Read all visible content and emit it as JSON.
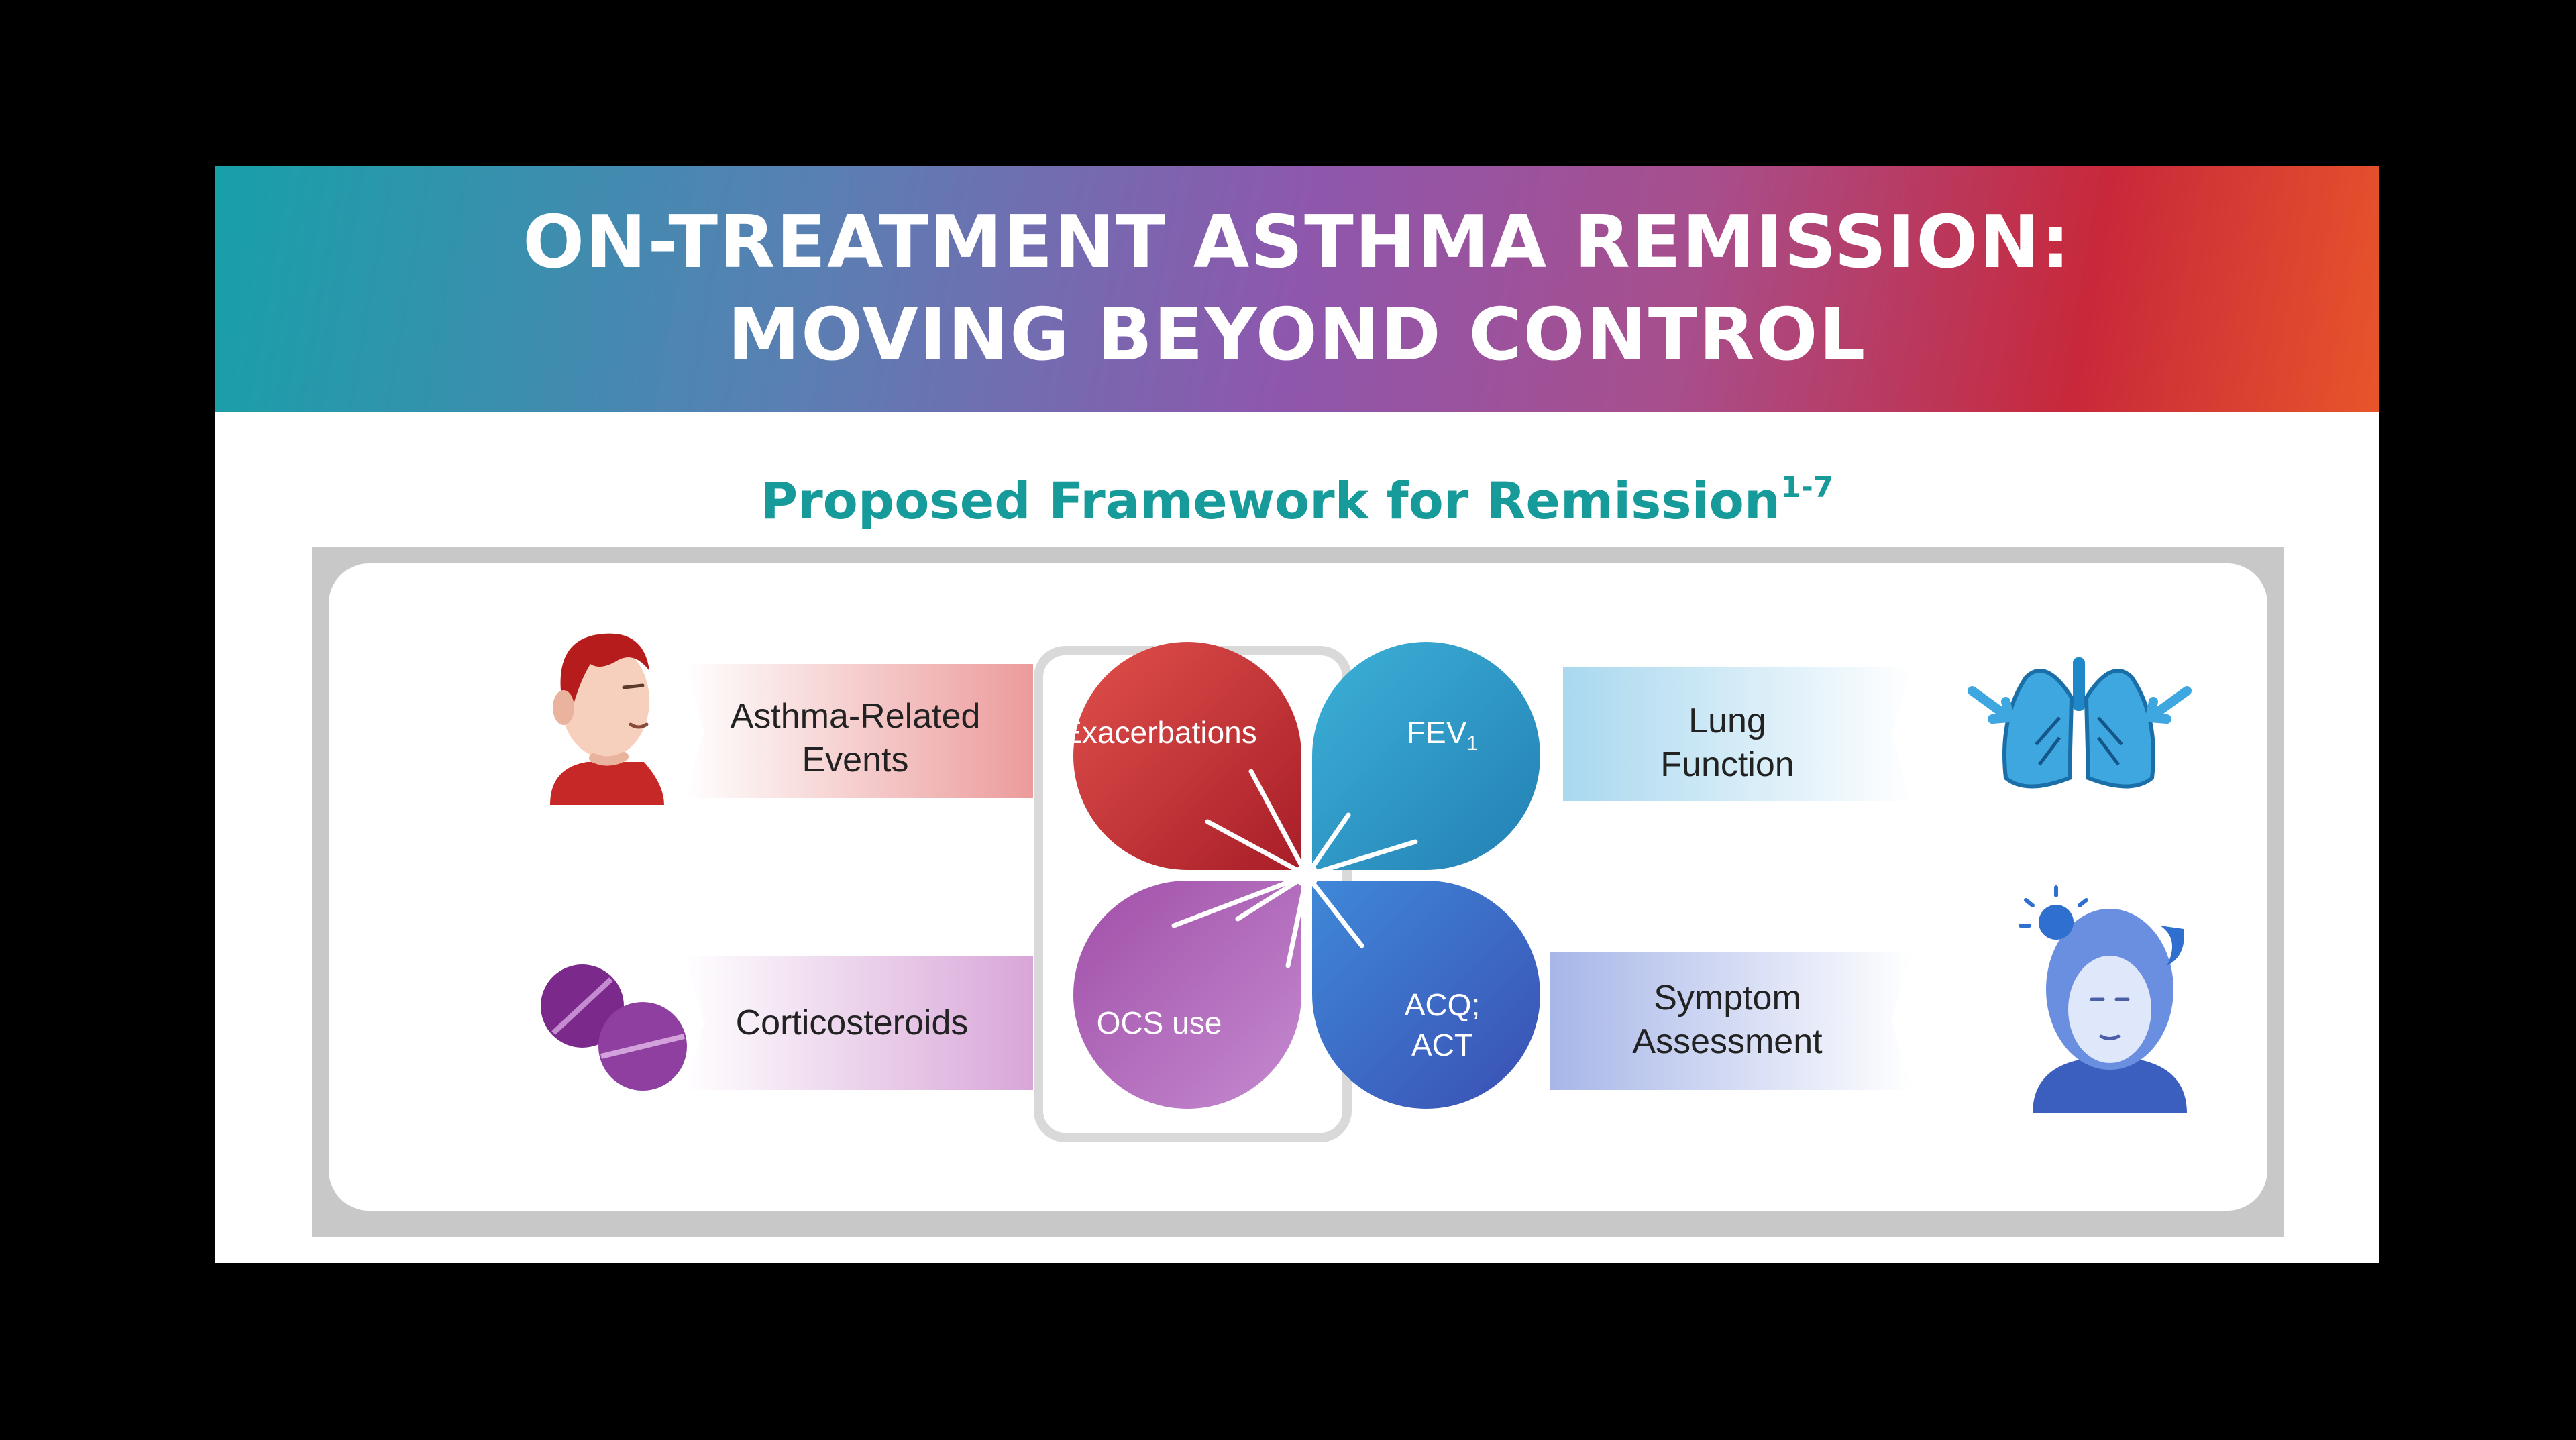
{
  "header": {
    "title_line1": "ON-TREATMENT ASTHMA REMISSION:",
    "title_line2": "MOVING BEYOND CONTROL"
  },
  "subtitle": {
    "text": "Proposed Framework for Remission",
    "superscript": "1-7"
  },
  "quadrants": {
    "top_left": {
      "domain_label_line1": "Asthma-Related",
      "domain_label_line2": "Events",
      "petal_label": "Exacerbations",
      "icon": "coughing-person-icon",
      "color": "#c0262f"
    },
    "top_right": {
      "domain_label_line1": "Lung",
      "domain_label_line2": "Function",
      "petal_label": "FEV",
      "petal_subscript": "1",
      "icon": "lungs-icon",
      "color": "#2e9bc8"
    },
    "bottom_left": {
      "domain_label": "Corticosteroids",
      "petal_label": "OCS use",
      "icon": "pills-icon",
      "color": "#8a3d96"
    },
    "bottom_right": {
      "domain_label_line1": "Symptom",
      "domain_label_line2": "Assessment",
      "petal_label_line1": "ACQ;",
      "petal_label_line2": "ACT",
      "icon": "head-symptoms-icon",
      "color": "#3f67c6"
    }
  },
  "colors": {
    "banner_start": "#17a0a9",
    "banner_mid": "#8e57ad",
    "banner_end": "#c8283a",
    "subtitle": "#169a9a",
    "frame": "#c8c8c8"
  }
}
